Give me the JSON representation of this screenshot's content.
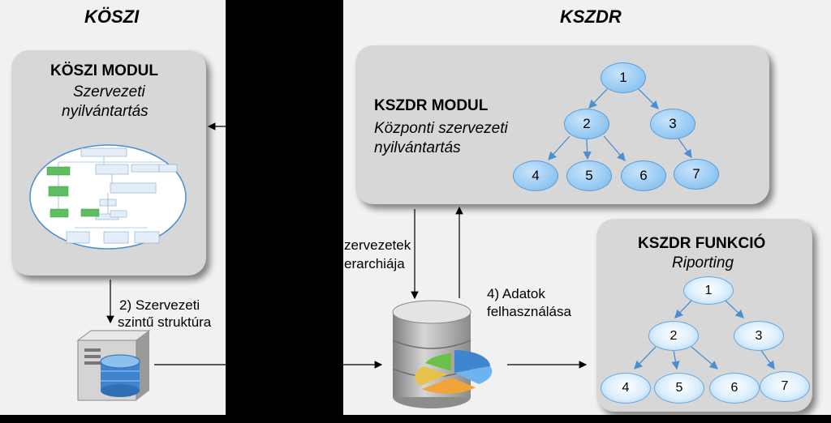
{
  "panels": {
    "left_title": "KÖSZI",
    "right_title": "KSZDR"
  },
  "koszi_modul": {
    "title": "KÖSZI MODUL",
    "subtitle_line1": "Szervezeti",
    "subtitle_line2": "nyilvántartás"
  },
  "kszdr_modul": {
    "title": "KSZDR MODUL",
    "subtitle_line1": "Központi szervezeti",
    "subtitle_line2": "nyilvántartás",
    "nodes": [
      "1",
      "2",
      "3",
      "4",
      "5",
      "6",
      "7"
    ]
  },
  "kszdr_funkcio": {
    "title": "KSZDR FUNKCIÓ",
    "subtitle": "Riporting",
    "nodes": [
      "1",
      "2",
      "3",
      "4",
      "5",
      "6",
      "7"
    ]
  },
  "labels": {
    "structure_line1": "2) Szervezeti",
    "structure_line2": "szintű struktúra",
    "hierarchy_line1": "zervezetek",
    "hierarchy_line2": "erarchiája",
    "usage_line1": "4) Adatok",
    "usage_line2": "felhasználása"
  },
  "colors": {
    "panel": "#f1f1f1",
    "module_box": "#d7d7d7",
    "node_blue": "#8ec5f1",
    "arrow_blue": "#4a8fd0"
  }
}
